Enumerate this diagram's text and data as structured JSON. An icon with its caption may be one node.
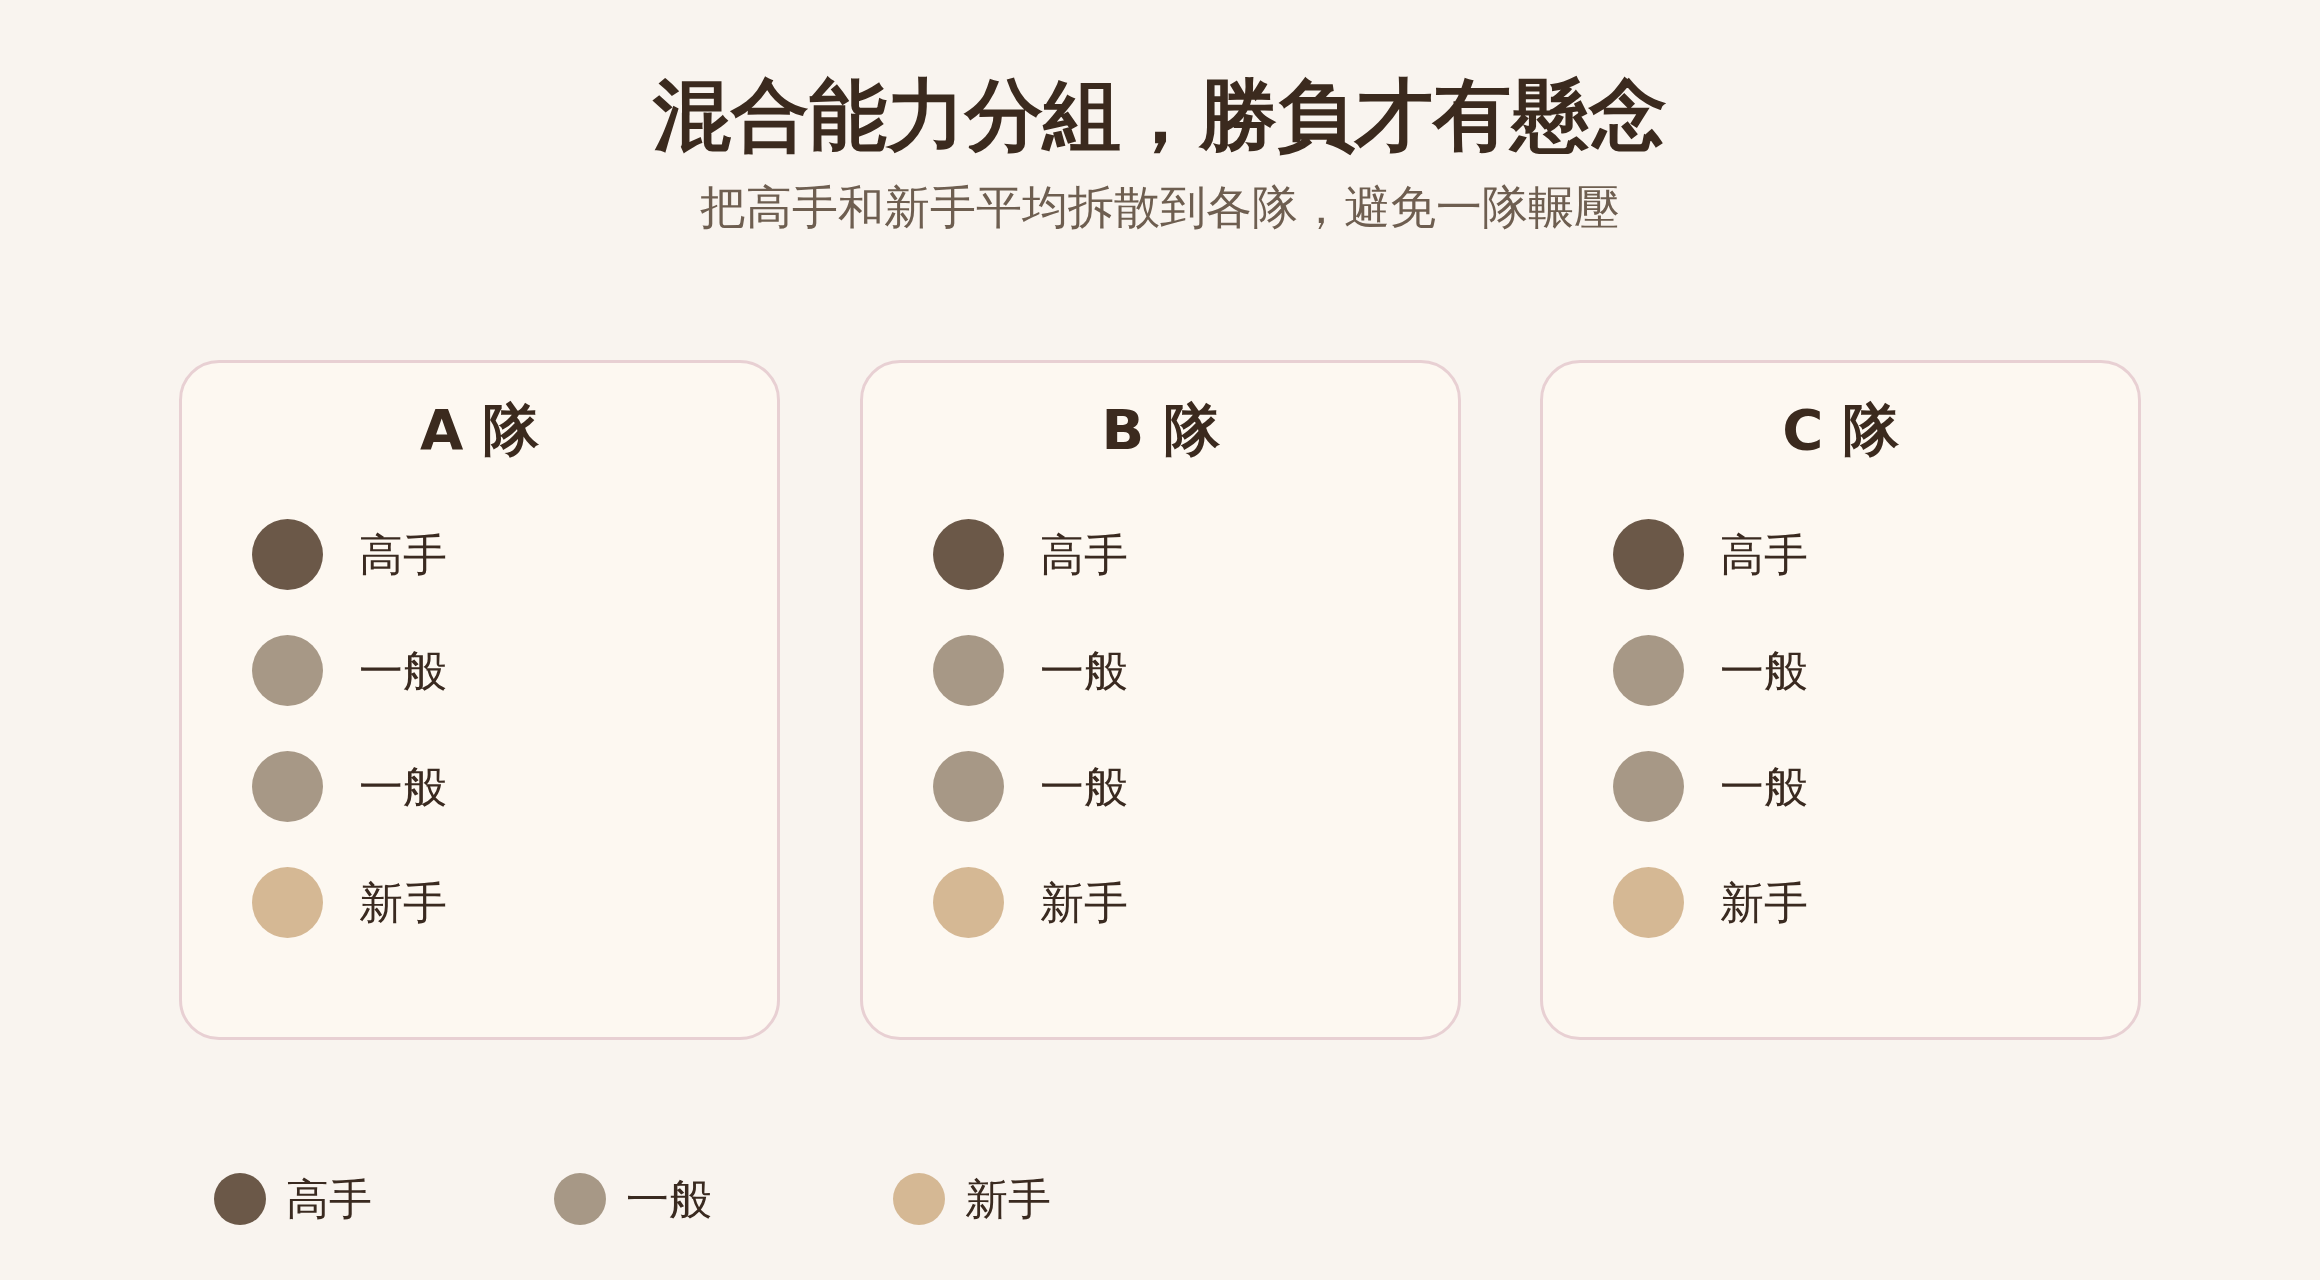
{
  "diagram": {
    "title": "混合能力分組，勝負才有懸念",
    "nodes": [
      {
        "text": [
          "A 隊"
        ]
      },
      {
        "text": [],
        "shape": "circle",
        "in": 0,
        "beside": [
          "高手"
        ]
      },
      {
        "text": [],
        "shape": "circle",
        "in": 0,
        "beside": [
          "一般"
        ]
      },
      {
        "text": [],
        "shape": "circle",
        "in": 0,
        "beside": [
          "一般"
        ]
      },
      {
        "text": [],
        "shape": "circle",
        "in": 0,
        "beside": [
          "新手"
        ]
      },
      {
        "text": [
          "B 隊"
        ]
      },
      {
        "text": [],
        "shape": "circle",
        "in": 5,
        "beside": [
          "高手"
        ]
      },
      {
        "text": [],
        "shape": "circle",
        "in": 5,
        "beside": [
          "一般"
        ]
      },
      {
        "text": [],
        "shape": "circle",
        "in": 5,
        "beside": [
          "一般"
        ]
      },
      {
        "text": [],
        "shape": "circle",
        "in": 5,
        "beside": [
          "新手"
        ]
      },
      {
        "text": [
          "C 隊"
        ]
      },
      {
        "text": [],
        "shape": "circle",
        "in": 10,
        "beside": [
          "高手"
        ]
      },
      {
        "text": [],
        "shape": "circle",
        "in": 10,
        "beside": [
          "一般"
        ]
      },
      {
        "text": [],
        "shape": "circle",
        "in": 10,
        "beside": [
          "一般"
        ]
      },
      {
        "text": [],
        "shape": "circle",
        "in": 10,
        "beside": [
          "新手"
        ]
      }
    ],
    "labels": [
      "把高手和新手平均拆散到各隊，避免一隊輾壓"
    ],
    "legend": [
      {
        "text": "高手",
        "color": "#6b5848"
      },
      {
        "text": "一般",
        "color": "#a79886"
      },
      {
        "text": "新手",
        "color": "#d5b894"
      }
    ]
  }
}
